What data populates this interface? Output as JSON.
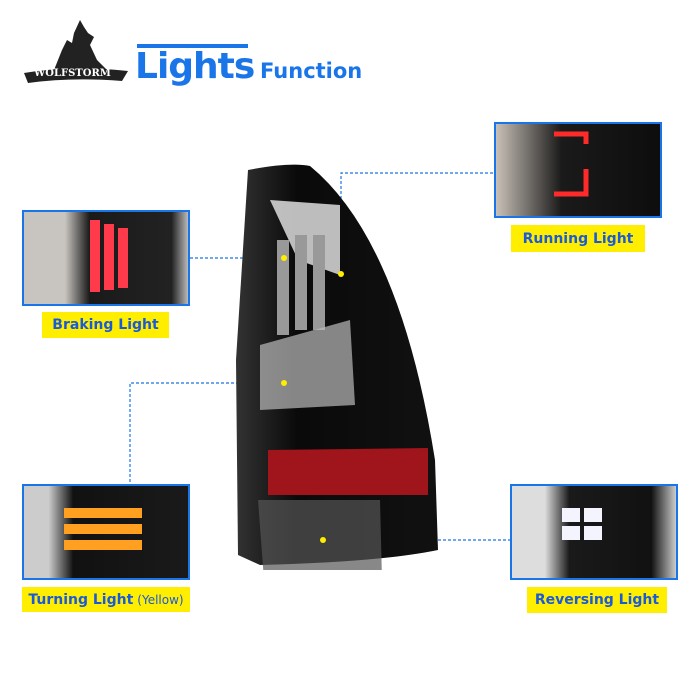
{
  "brand": {
    "logo_text": "WOLFSTORM"
  },
  "header": {
    "title": "Lights",
    "subtitle": "Function"
  },
  "labels": {
    "running": "Running Light",
    "braking": "Braking Light",
    "turning": "Turning Light",
    "turning_note": "(Yellow)",
    "reversing": "Reversing Light"
  },
  "colors": {
    "accent": "#1a75e8",
    "label_bg": "#ffee00",
    "dot": "#ffee00"
  }
}
